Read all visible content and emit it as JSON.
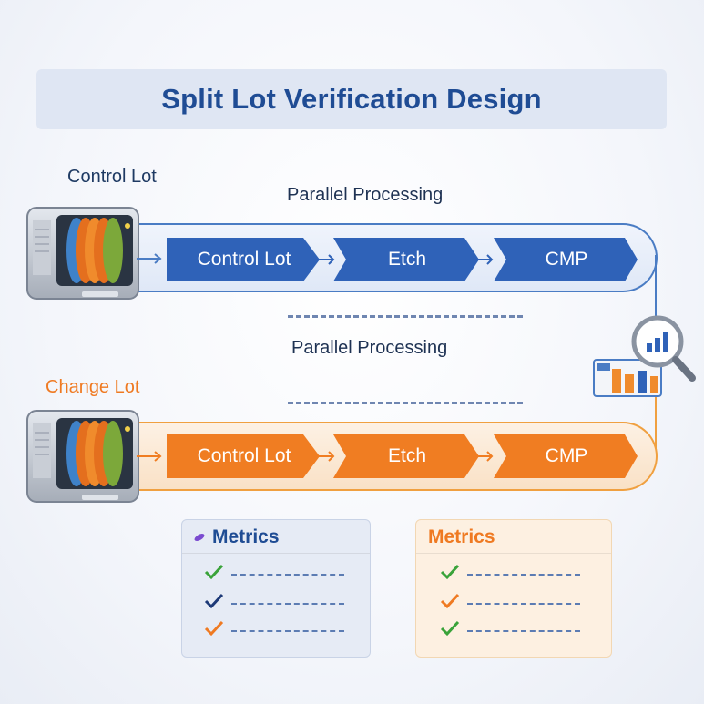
{
  "title": "Split Lot Verification Design",
  "control_lot": {
    "label": "Control Lot",
    "color": "#1e3a63",
    "flow_label": "Parallel Processing",
    "steps": [
      "Control Lot",
      "Etch",
      "CMP"
    ],
    "step_color": "#2f62b8"
  },
  "change_lot": {
    "label": "Change Lot",
    "color": "#ef7a22",
    "flow_label": "Parallel Processing",
    "steps": [
      "Control Lot",
      "Etch",
      "CMP"
    ],
    "step_color": "#f07d22"
  },
  "metrics": [
    {
      "title": "Metrics",
      "title_color": "#1f4c94",
      "checks": [
        "green",
        "navy",
        "orange"
      ]
    },
    {
      "title": "Metrics",
      "title_color": "#ef7a22",
      "checks": [
        "green",
        "orange",
        "green"
      ]
    }
  ],
  "colors": {
    "green": "#3aa33a",
    "navy": "#1e3a78",
    "orange": "#ef7a22"
  }
}
